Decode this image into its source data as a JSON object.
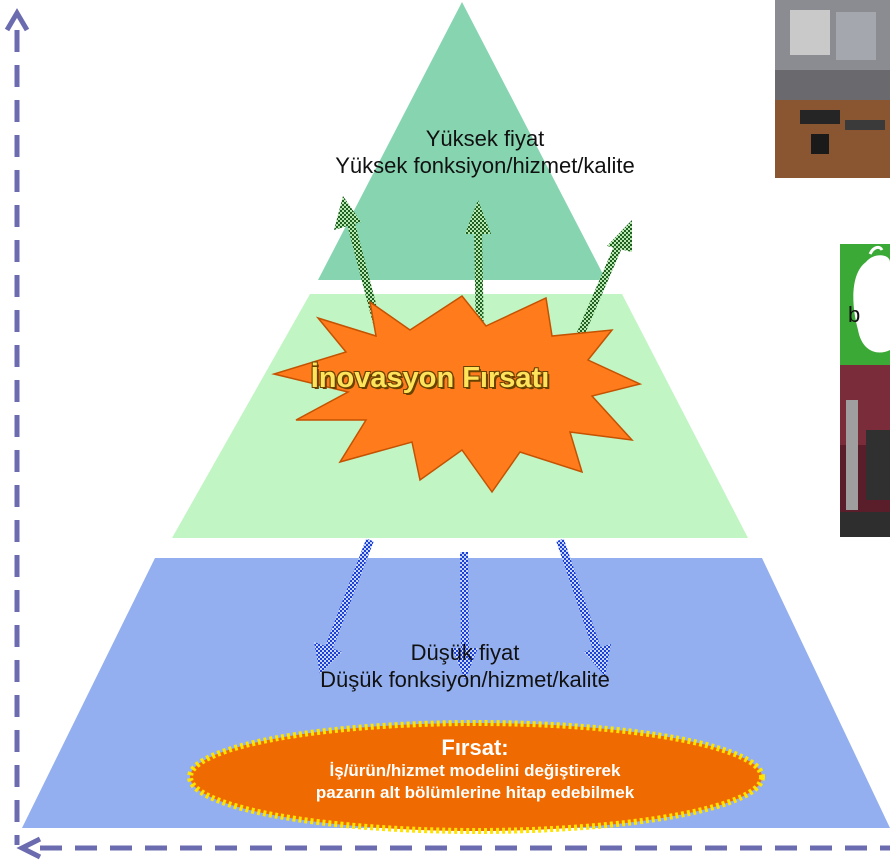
{
  "top_tier": {
    "line1": "Yüksek fiyat",
    "line2": "Yüksek fonksiyon/hizmet/kalite"
  },
  "middle_tier": {
    "burst_label": "İnovasyon Fırsatı"
  },
  "bottom_tier": {
    "line1": "Düşük fiyat",
    "line2": "Düşük fonksiyon/hizmet/kalite"
  },
  "opportunity": {
    "title": "Fırsat:",
    "line1": "İş/ürün/hizmet modelini değiştirerek",
    "line2": "pazarın alt bölümlerine hitap edebilmek"
  },
  "side_panel": {
    "logo_fragment": "b"
  },
  "colors": {
    "top_tier": "#86d5b0",
    "middle_tier": "#c2f5c4",
    "bottom_tier": "#93afef",
    "burst": "#ff7b1c",
    "burst_text": "#ffe35a",
    "oval_fill": "#ef6a00",
    "oval_border": "#ffe400",
    "axis": "#6b6bb0",
    "up_arrow": "#2f7d32",
    "down_arrow": "#3458e0",
    "logo_green": "#3aa935"
  }
}
